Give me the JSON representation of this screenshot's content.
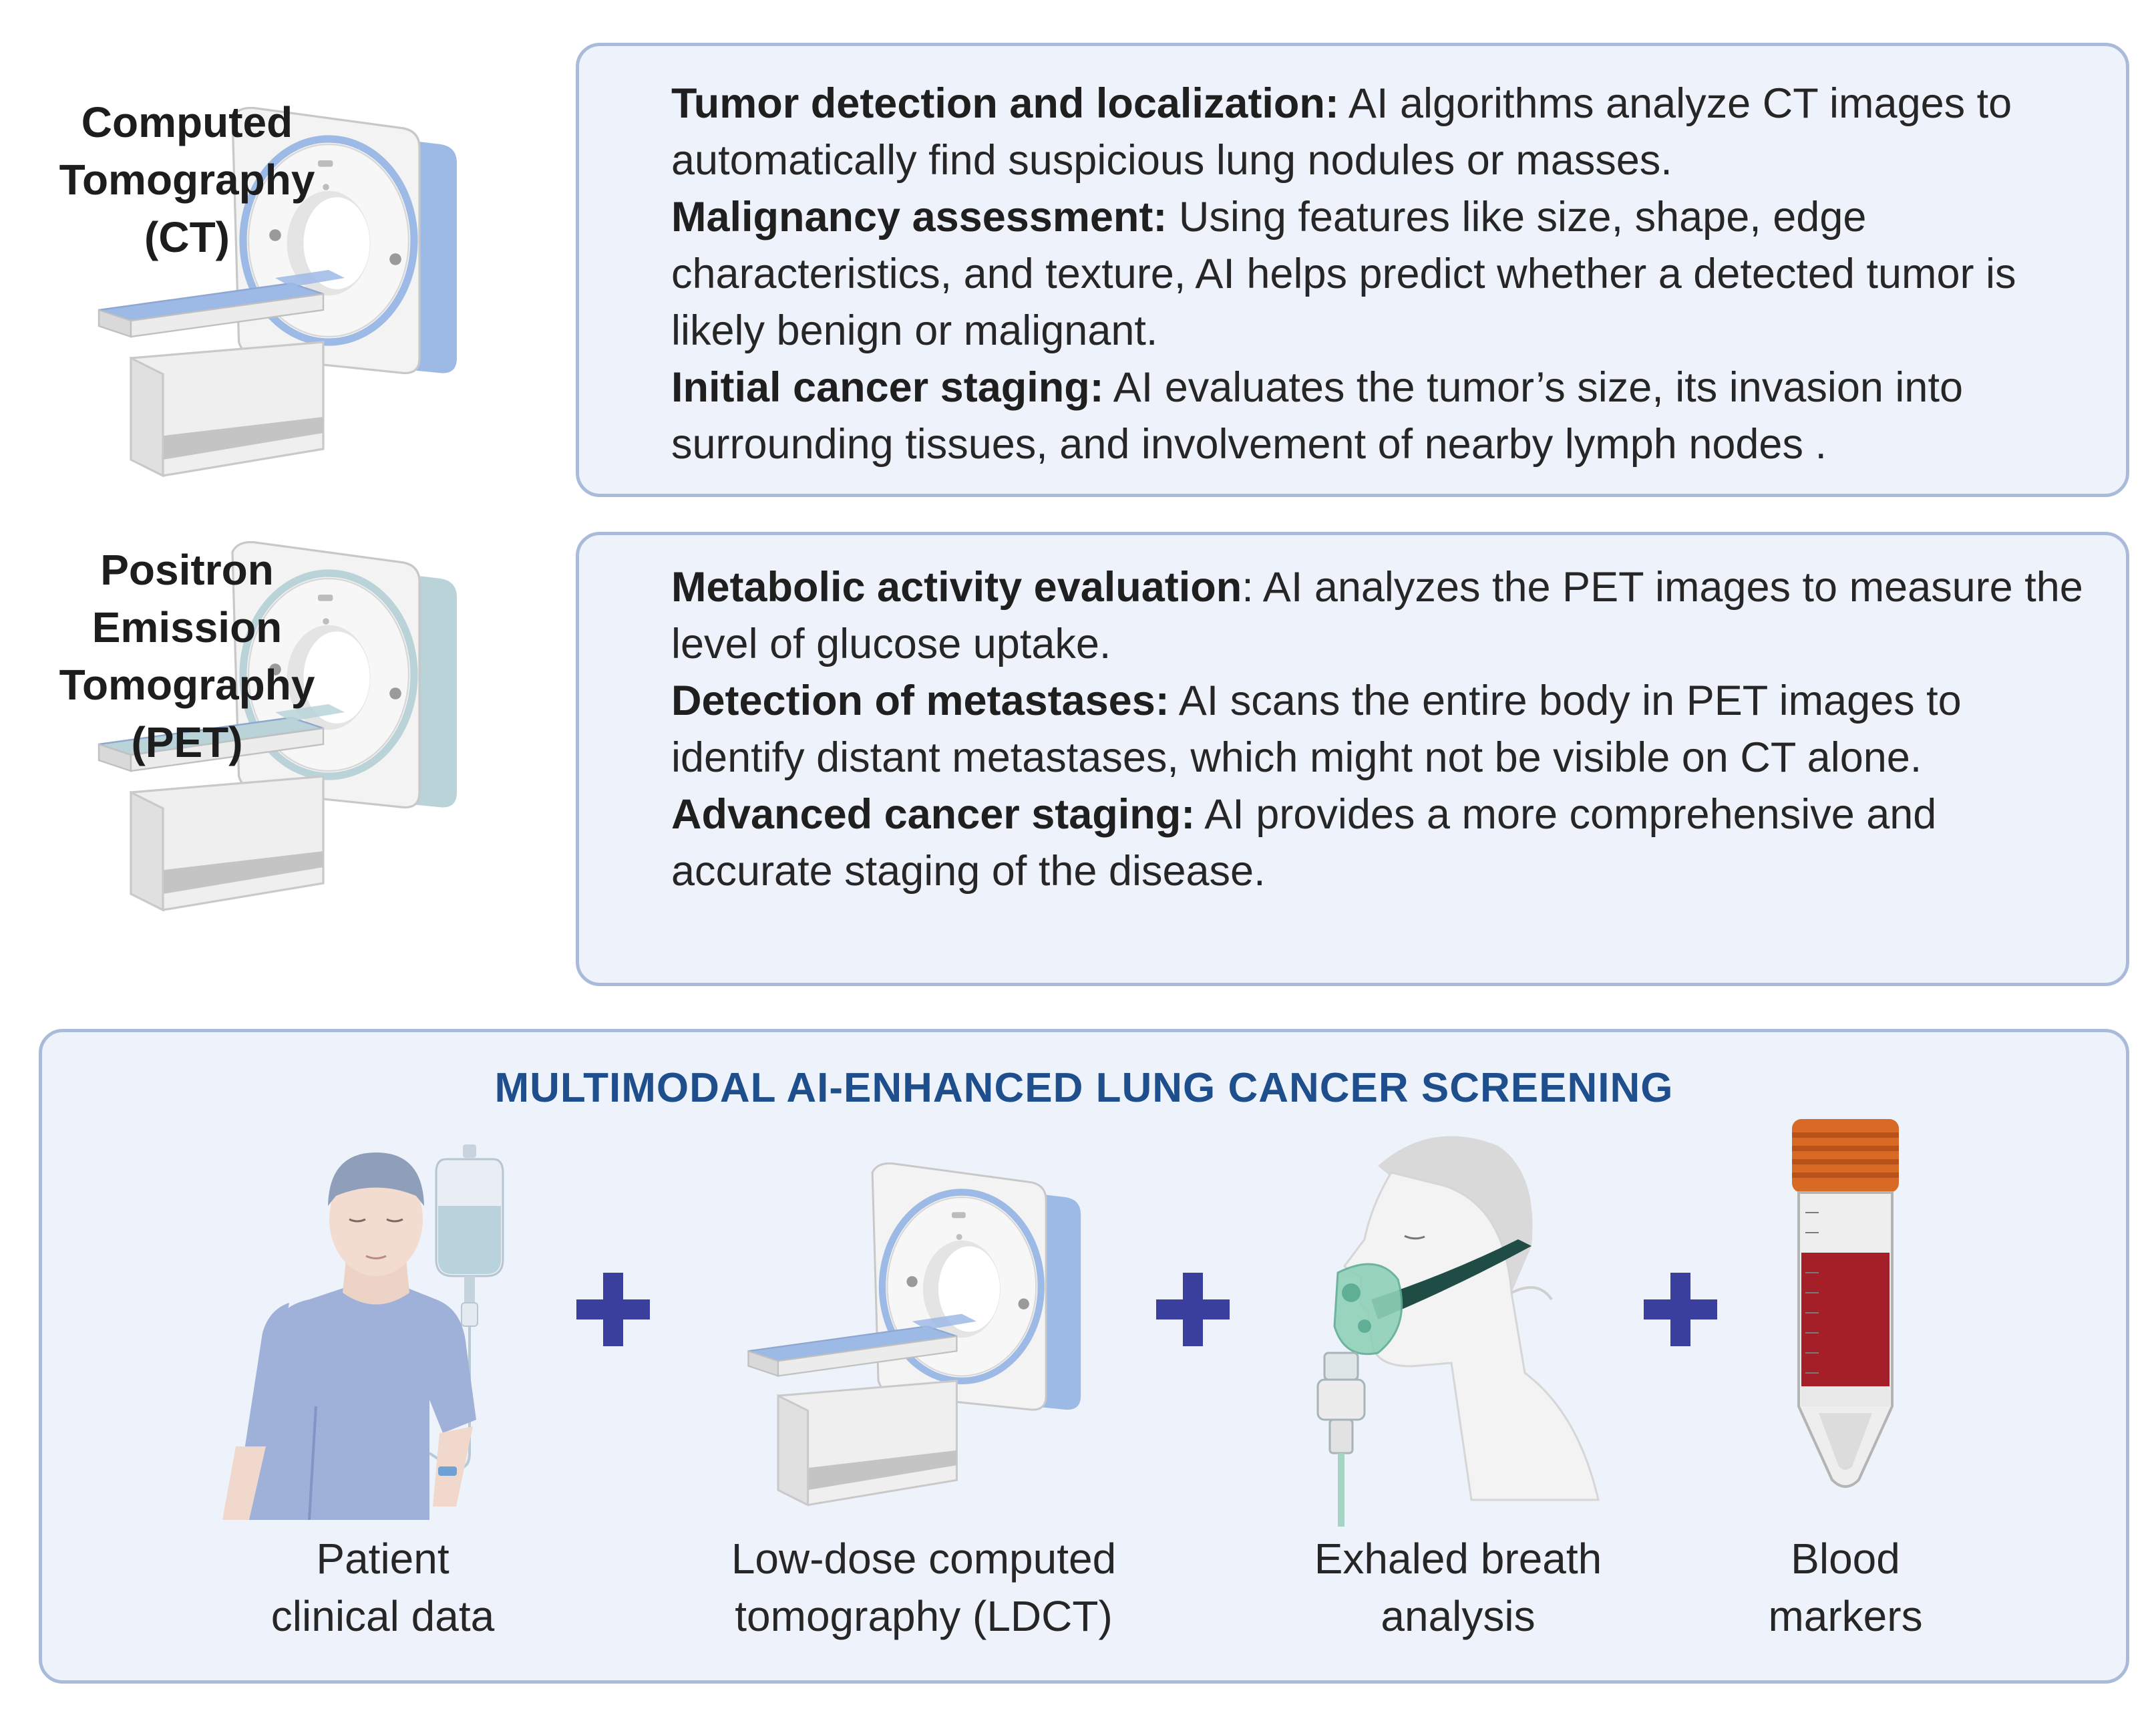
{
  "ct": {
    "label_lines": [
      "Computed",
      "Tomography",
      "(CT)"
    ],
    "scanner_color": "#9db9e6",
    "items": [
      {
        "term": "Tumor detection and localization:",
        "text": " AI algorithms analyze CT images to automatically find suspicious lung nodules or masses."
      },
      {
        "term": "Malignancy assessment:",
        "text": " Using features like size, shape, edge characteristics, and texture, AI helps predict whether a detected tumor is likely benign or malignant."
      },
      {
        "term": "Initial cancer staging:",
        "text": " AI evaluates the tumor’s size, its invasion into surrounding tissues, and involvement of nearby lymph nodes ."
      }
    ]
  },
  "pet": {
    "label_lines": [
      "Positron",
      "Emission",
      "Tomography",
      "(PET)"
    ],
    "scanner_color": "#b9d3d8",
    "items": [
      {
        "term": "Metabolic activity evaluation",
        "text": ": AI analyzes the PET images to measure the level of glucose uptake."
      },
      {
        "term": "Detection of metastases:",
        "text": " AI scans the entire body in PET images to identify distant metastases, which might not be visible on CT alone."
      },
      {
        "term": "Advanced cancer staging:",
        "text": " AI provides a more comprehensive and accurate staging of the disease."
      }
    ]
  },
  "screening": {
    "title": "MULTIMODAL AI-ENHANCED LUNG CANCER SCREENING",
    "accent": "#1f4e8c",
    "plus_color": "#3a3f9e",
    "items": [
      {
        "caption_lines": [
          "Patient",
          "clinical data"
        ],
        "icon": "patient-icon"
      },
      {
        "caption_lines": [
          "Low-dose computed",
          "tomography (LDCT)"
        ],
        "icon": "ct-scanner-icon"
      },
      {
        "caption_lines": [
          "Exhaled breath",
          "analysis"
        ],
        "icon": "breath-mask-icon"
      },
      {
        "caption_lines": [
          "Blood",
          "markers"
        ],
        "icon": "blood-tube-icon"
      }
    ]
  }
}
